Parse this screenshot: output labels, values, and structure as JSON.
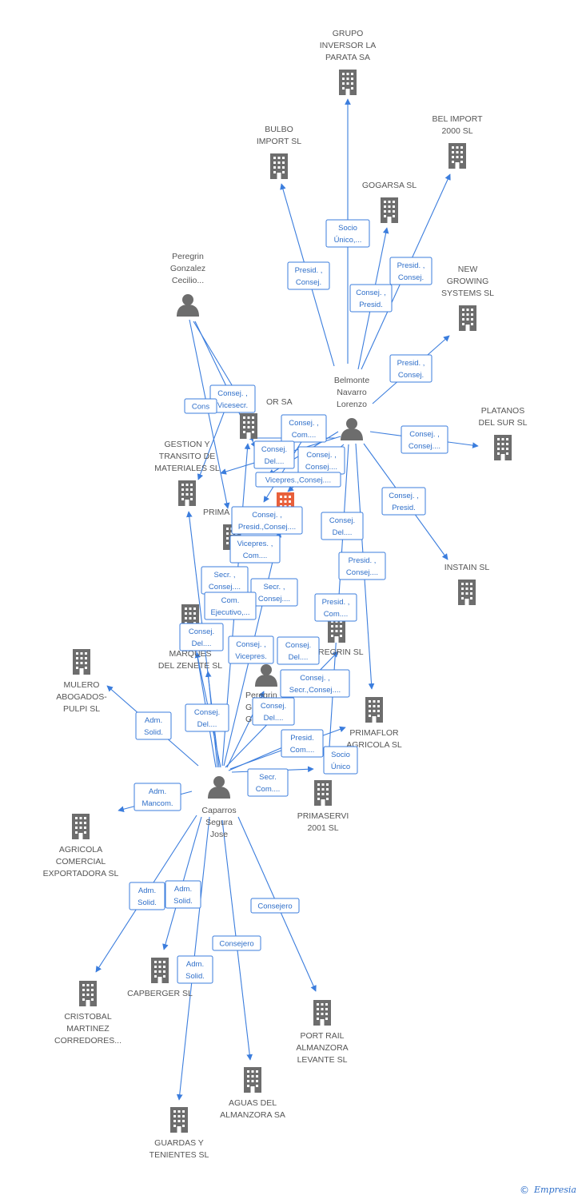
{
  "colors": {
    "edge": "#3b7ddd",
    "icon": "#6d6d6d",
    "focus": "#e8603c",
    "text": "#555555"
  },
  "nodes": [
    {
      "id": "grupo",
      "type": "company",
      "label": [
        "GRUPO",
        "INVERSOR LA",
        "PARATA SA"
      ]
    },
    {
      "id": "bulbo",
      "type": "company",
      "label": [
        "BULBO",
        "IMPORT SL"
      ]
    },
    {
      "id": "belimport",
      "type": "company",
      "label": [
        "BEL IMPORT",
        "2000 SL"
      ]
    },
    {
      "id": "gogarsa",
      "type": "company",
      "label": [
        "GOGARSA SL"
      ]
    },
    {
      "id": "newgrowing",
      "type": "company",
      "label": [
        "NEW",
        "GROWING",
        "SYSTEMS SL"
      ]
    },
    {
      "id": "platanos",
      "type": "company",
      "label": [
        "PLATANOS",
        "DEL SUR SL"
      ]
    },
    {
      "id": "instain",
      "type": "company",
      "label": [
        "INSTAIN SL"
      ]
    },
    {
      "id": "peregrin_gc",
      "type": "person",
      "label": [
        "Peregrin",
        "Gonzalez",
        "Cecilio..."
      ]
    },
    {
      "id": "belmonte",
      "type": "person",
      "label": [
        "Belmonte",
        "Navarro",
        "Lorenzo"
      ]
    },
    {
      "id": "orsa",
      "type": "company",
      "label": [
        "OR SA"
      ]
    },
    {
      "id": "gestion",
      "type": "company",
      "label": [
        "GESTION Y",
        "TRANSITO DE",
        "MATERIALES  SL"
      ]
    },
    {
      "id": "prima",
      "type": "company",
      "label": [
        "PRIMA"
      ]
    },
    {
      "id": "focus",
      "type": "focus",
      "label": []
    },
    {
      "id": "ag_marques",
      "type": "company",
      "label": [
        "AG",
        "MARQUES",
        "DEL ZENETE SL"
      ]
    },
    {
      "id": "peregrin_sl",
      "type": "company",
      "label": [
        "REGRIN SL"
      ]
    },
    {
      "id": "peregrin_g",
      "type": "person",
      "label": [
        "Peregrin",
        "G",
        "G"
      ]
    },
    {
      "id": "mulero",
      "type": "company",
      "label": [
        "MULERO",
        "ABOGADOS-",
        "PULPI SL"
      ]
    },
    {
      "id": "primaflor",
      "type": "company",
      "label": [
        "PRIMAFLOR",
        "AGRICOLA  SL"
      ]
    },
    {
      "id": "caparros",
      "type": "person",
      "label": [
        "Caparros",
        "Segura",
        "Jose"
      ]
    },
    {
      "id": "primaservi",
      "type": "company",
      "label": [
        "PRIMASERVI",
        "2001 SL"
      ]
    },
    {
      "id": "agricola",
      "type": "company",
      "label": [
        "AGRICOLA",
        "COMERCIAL",
        "EXPORTADORA SL"
      ]
    },
    {
      "id": "cristobal",
      "type": "company",
      "label": [
        "CRISTOBAL",
        "MARTINEZ",
        "CORREDORES..."
      ]
    },
    {
      "id": "capberger",
      "type": "company",
      "label": [
        "CAPBERGER  SL"
      ]
    },
    {
      "id": "portrail",
      "type": "company",
      "label": [
        "PORT RAIL",
        "ALMANZORA",
        "LEVANTE SL"
      ]
    },
    {
      "id": "aguas",
      "type": "company",
      "label": [
        "AGUAS DEL",
        "ALMANZORA SA"
      ]
    },
    {
      "id": "guardas",
      "type": "company",
      "label": [
        "GUARDAS Y",
        "TENIENTES SL"
      ]
    }
  ],
  "relations": [
    {
      "id": "r_grupo",
      "lines": [
        "Socio",
        "Único,..."
      ]
    },
    {
      "id": "r_bulbo",
      "lines": [
        "Presid. ,",
        "Consej."
      ]
    },
    {
      "id": "r_belimport",
      "lines": [
        "Presid. ,",
        "Consej."
      ]
    },
    {
      "id": "r_gogarsa",
      "lines": [
        "Consej. ,",
        "Presid."
      ]
    },
    {
      "id": "r_newgrowing",
      "lines": [
        "Presid. ,",
        "Consej."
      ]
    },
    {
      "id": "r_platanos",
      "lines": [
        "Consej. ,",
        "Consej...."
      ]
    },
    {
      "id": "r_instain",
      "lines": [
        "Consej. ,",
        "Presid."
      ]
    },
    {
      "id": "r_consej_orsa",
      "lines": [
        "Consej. ,",
        "Vicesecr."
      ]
    },
    {
      "id": "r_cons_short",
      "lines": [
        "Cons"
      ]
    },
    {
      "id": "r_consej_com",
      "lines": [
        "Consej. ,",
        "Com...."
      ]
    },
    {
      "id": "r_consej_del1",
      "lines": [
        "Consej.",
        "Del...."
      ]
    },
    {
      "id": "r_consej_consej",
      "lines": [
        "Consej. ,",
        "Consej...."
      ]
    },
    {
      "id": "r_vicepres_consej",
      "lines": [
        "Vicepres.,Consej...."
      ]
    },
    {
      "id": "r_consej_presid",
      "lines": [
        "Consej. ,",
        "Presid.,Consej...."
      ]
    },
    {
      "id": "r_consej_del2",
      "lines": [
        "Consej.",
        "Del...."
      ]
    },
    {
      "id": "r_vicepres_com",
      "lines": [
        "Vicepres. ,",
        "Com...."
      ]
    },
    {
      "id": "r_presid_consej",
      "lines": [
        "Presid. ,",
        "Consej...."
      ]
    },
    {
      "id": "r_secr_consej1",
      "lines": [
        "Secr. ,",
        "Consej...."
      ]
    },
    {
      "id": "r_secr_consej2",
      "lines": [
        "Secr. ,",
        "Consej...."
      ]
    },
    {
      "id": "r_com_ejec",
      "lines": [
        "Com.",
        "Ejecutivo,..."
      ]
    },
    {
      "id": "r_presid_com1",
      "lines": [
        "Presid. ,",
        "Com...."
      ]
    },
    {
      "id": "r_consej_del3",
      "lines": [
        "Consej.",
        "Del...."
      ]
    },
    {
      "id": "r_consej_vicepres",
      "lines": [
        "Consej. ,",
        "Vicepres."
      ]
    },
    {
      "id": "r_consej_del4",
      "lines": [
        "Consej.",
        "Del...."
      ]
    },
    {
      "id": "r_consej_secr",
      "lines": [
        "Consej. ,",
        "Secr.,Consej...."
      ]
    },
    {
      "id": "r_mulero",
      "lines": [
        "Adm.",
        "Solid."
      ]
    },
    {
      "id": "r_consej_del5",
      "lines": [
        "Consej.",
        "Del...."
      ]
    },
    {
      "id": "r_consej_del6",
      "lines": [
        "Consej.",
        "Del...."
      ]
    },
    {
      "id": "r_presid_com2",
      "lines": [
        "Presid.",
        "Com...."
      ]
    },
    {
      "id": "r_socio_unico",
      "lines": [
        "Socio",
        "Único"
      ]
    },
    {
      "id": "r_secr_com",
      "lines": [
        "Secr.",
        "Com...."
      ]
    },
    {
      "id": "r_agricola",
      "lines": [
        "Adm.",
        "Mancom."
      ]
    },
    {
      "id": "r_cristobal",
      "lines": [
        "Adm.",
        "Solid."
      ]
    },
    {
      "id": "r_capberger",
      "lines": [
        "Adm.",
        "Solid."
      ]
    },
    {
      "id": "r_portrail",
      "lines": [
        "Consejero"
      ]
    },
    {
      "id": "r_aguas",
      "lines": [
        "Consejero"
      ]
    },
    {
      "id": "r_guardas",
      "lines": [
        "Adm.",
        "Solid."
      ]
    }
  ],
  "footer": {
    "copyright": "©",
    "brand": "Empresia"
  }
}
